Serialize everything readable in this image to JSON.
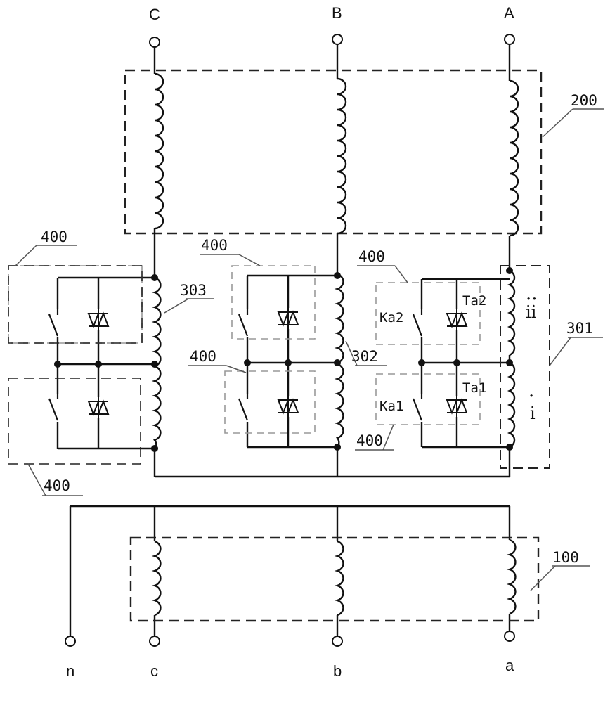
{
  "terminals": {
    "top": [
      "C",
      "B",
      "A"
    ],
    "bottom": [
      "n",
      "c",
      "b",
      "a"
    ]
  },
  "reference_labels": {
    "primary_winding": "200",
    "secondary_winding": "100",
    "tap_winding_a": "301",
    "tap_winding_b": "302",
    "tap_winding_c": "303",
    "switch_unit": "400"
  },
  "devices": {
    "switch_upper": "Ka2",
    "switch_lower": "Ka1",
    "thyristor_upper": "Ta2",
    "thyristor_lower": "Ta1"
  },
  "winding_marks": {
    "upper": "ii",
    "lower": "i"
  }
}
